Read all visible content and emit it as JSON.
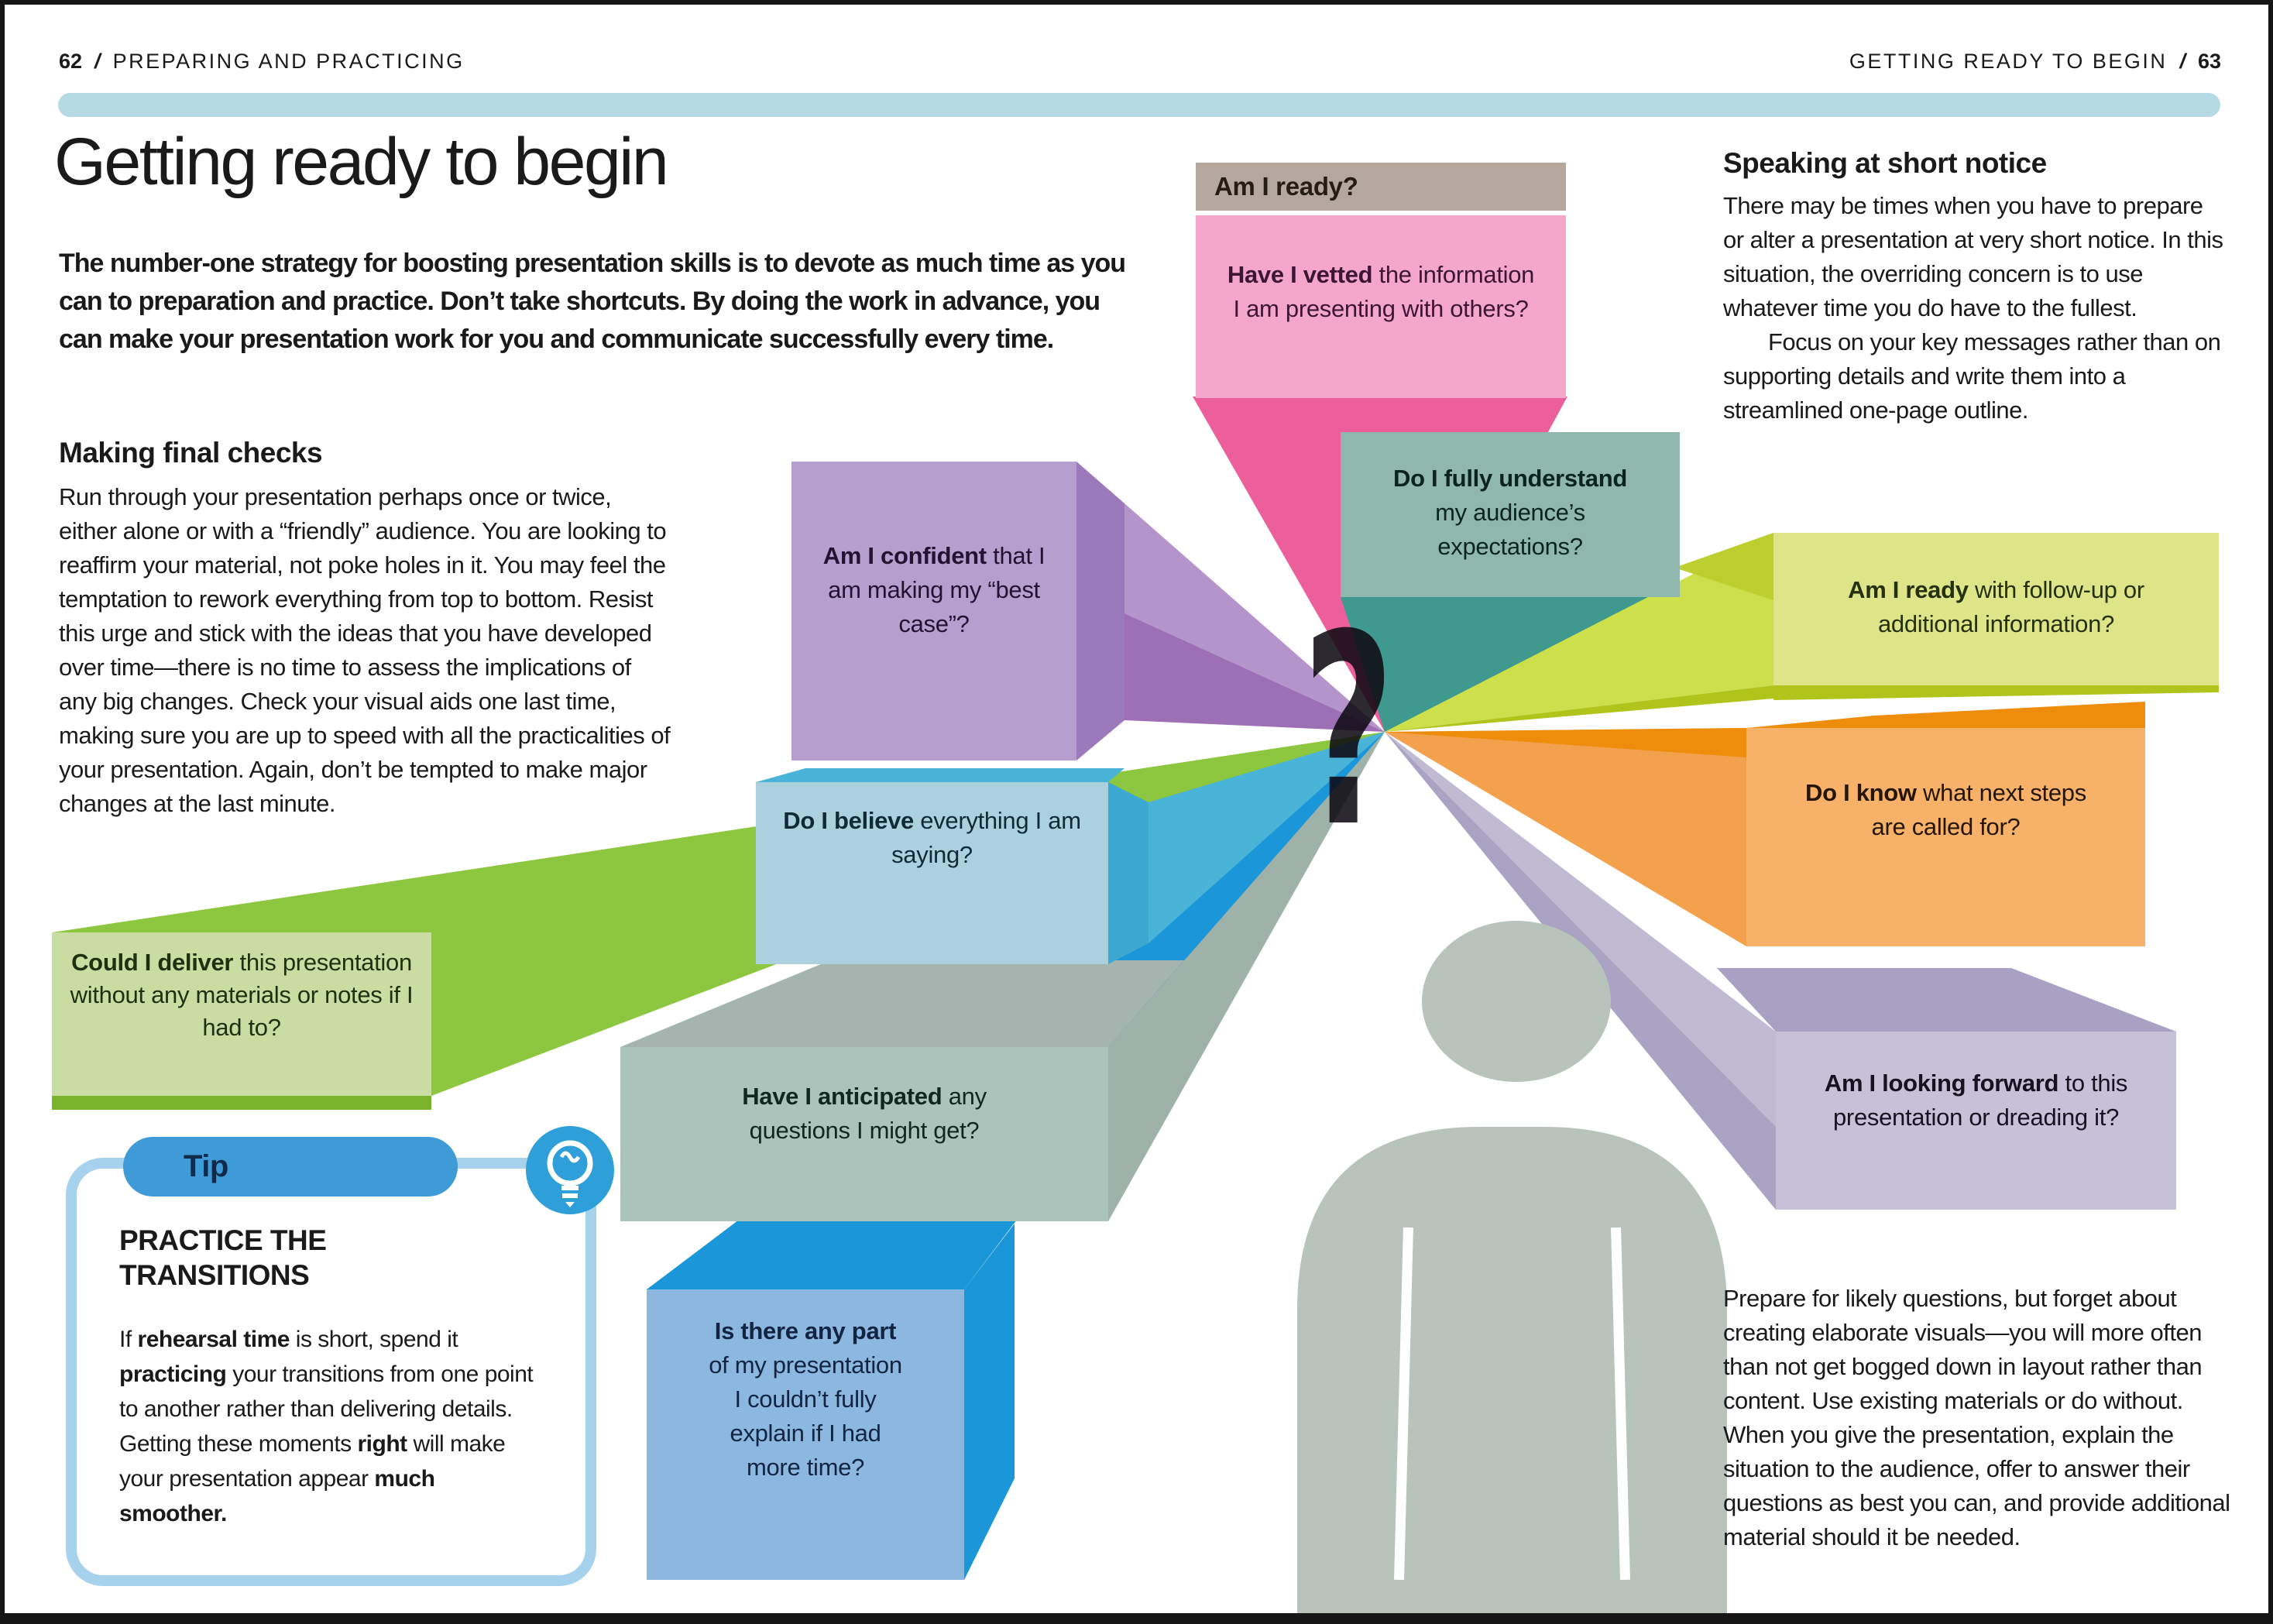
{
  "page": {
    "header_left": {
      "page_number": "62",
      "separator": "/",
      "section": "PREPARING AND PRACTICING"
    },
    "header_right": {
      "section": "GETTING READY TO BEGIN",
      "separator": "/",
      "page_number": "63"
    },
    "title": "Getting ready to begin",
    "intro": "The number-one strategy for boosting presentation skills is to devote as much time as you can to preparation and practice. Don’t take shortcuts. By doing the work in advance, you can make your presentation work for you and communicate successfully every time.",
    "making_final_checks": {
      "heading": "Making final checks",
      "body": "Run through your presentation perhaps once or twice, either alone or with a “friendly” audience. You are looking to reaffirm your material, not poke holes in it. You may feel the temptation to rework everything from top to bottom. Resist this urge and stick with the ideas that you have developed over time—there is no time to assess the implications of any big changes. Check your visual aids one last time, making sure you are up to speed with all the practicalities of your presentation. Again, don’t be tempted to make major changes at the last minute."
    },
    "speaking_at_short_notice": {
      "heading": "Speaking at short notice",
      "para1": "There may be times when you have to prepare or alter a presentation at very short notice. In this situation, the overriding concern is to use whatever time you do have to the fullest.",
      "para2": "Focus on your key messages rather than on supporting details and write them into a streamlined one-page outline."
    },
    "closing_paragraph": "Prepare for likely questions, but forget about creating elaborate visuals—you will more often than not get bogged down in layout rather than content. Use existing materials or do without. When you give the presentation, explain the situation to the audience, offer to answer their questions as best you can, and provide additional material should it be needed."
  },
  "diagram": {
    "label": "Am I ready?",
    "question_mark": "?",
    "boxes": {
      "vetted": {
        "bold": "Have I vetted",
        "rest": " the information I am presenting with others?"
      },
      "understand": {
        "bold": "Do I fully understand",
        "rest": " my audience’s expectations?"
      },
      "confident": {
        "bold": "Am I confident",
        "rest": " that I am making my “best case”?"
      },
      "followup": {
        "bold": "Am I ready",
        "rest": " with follow-up or additional information?"
      },
      "know_next": {
        "bold": "Do I know",
        "rest": " what next steps are called for?"
      },
      "looking_forward": {
        "bold": "Am I looking forward",
        "rest": " to this presentation or dreading it?"
      },
      "believe": {
        "bold": "Do I believe",
        "rest": " everything I am saying?"
      },
      "anticipated": {
        "bold": "Have I anticipated",
        "rest": " any questions I might get?"
      },
      "could_deliver": {
        "bold": "Could I deliver",
        "rest": " this presentation without any materials or notes if I had to?"
      },
      "any_part": {
        "bold": "Is there any part",
        "rest": " of my presentation I couldn’t fully explain if I had more time?"
      }
    }
  },
  "tip": {
    "label": "Tip",
    "heading": "PRACTICE THE TRANSITIONS",
    "segments": [
      {
        "t": "If ",
        "b": false
      },
      {
        "t": "rehearsal time",
        "b": true
      },
      {
        "t": " is short, spend it ",
        "b": false
      },
      {
        "t": "practicing",
        "b": true
      },
      {
        "t": " your transitions from one point to another rather than delivering details. Getting these moments ",
        "b": false
      },
      {
        "t": "right",
        "b": true
      },
      {
        "t": " will make your presentation appear ",
        "b": false
      },
      {
        "t": "much smoother.",
        "b": true
      }
    ]
  },
  "colors": {
    "divider_bar": "#b5d9e5",
    "label_tan": "#b3a89b",
    "pink": "#f4a7cb",
    "pink_beam": "#ec5f9b",
    "teal": "#8fb7ad",
    "teal_beam": "#3f998f",
    "purple": "#b49fce",
    "purple_beam": "#9d6fb5",
    "chartreuse": "#dde588",
    "chartreuse_beam": "#cddf4a",
    "orange": "#f7b168",
    "orange_beam": "#f3a14d",
    "lavender": "#c6c1d6",
    "lavender_beam": "#c0bad3",
    "light_blue": "#abd0de",
    "cyan_beam": "#4ab3d8",
    "gray_green": "#aac4bc",
    "gray_beam": "#9fb2aa",
    "green": "#c9dca2",
    "green_beam": "#8dc63f",
    "blue": "#8cb8e0",
    "blue_beam": "#1b96d8",
    "tip_border": "#a6d2ed",
    "tip_pill": "#3f9ad8",
    "tip_icon": "#2e9fd9",
    "person": "#b7c3bb",
    "frame": "#161616"
  }
}
